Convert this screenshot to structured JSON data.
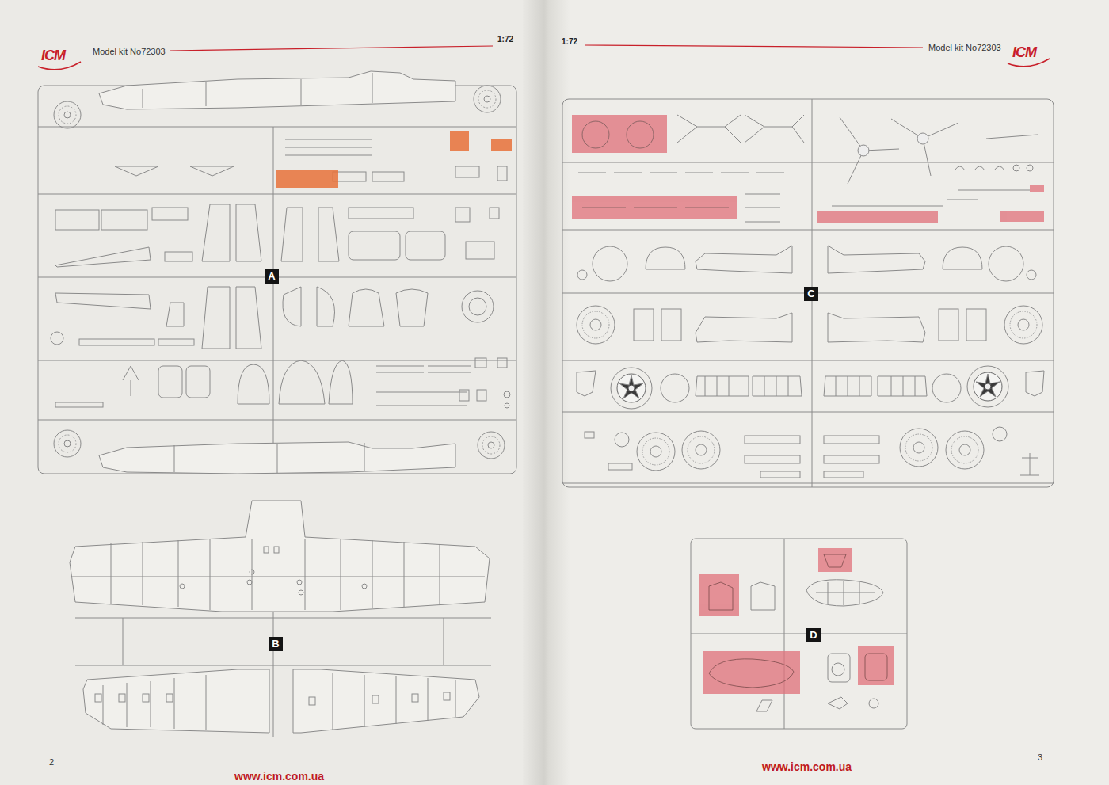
{
  "diagram": {
    "nodes": [
      {
        "text": [
          "A"
        ]
      },
      {
        "text": [
          "B"
        ]
      },
      {
        "text": [
          "C"
        ]
      },
      {
        "text": [
          "D"
        ]
      }
    ],
    "labels": [
      "ICM",
      "Model kit No72303",
      "1:72",
      "1:72",
      "Model kit No72303",
      "ICM",
      "2",
      "www.icm.com.ua",
      "www.icm.com.ua",
      "3"
    ]
  }
}
